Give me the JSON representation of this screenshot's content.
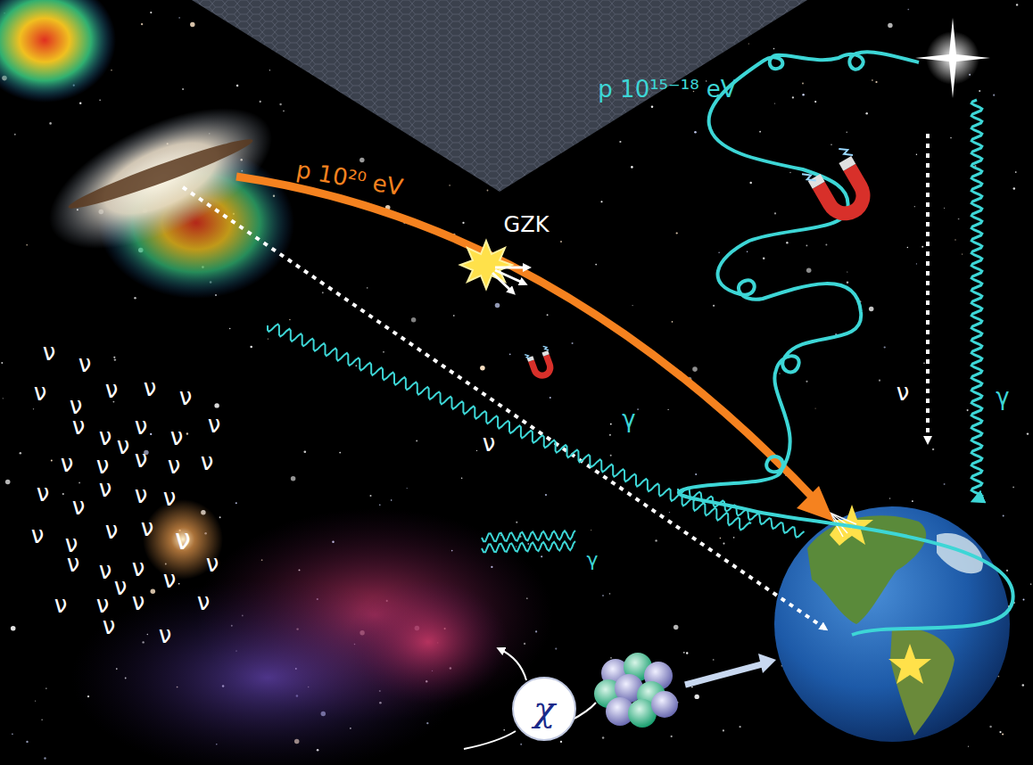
{
  "diagram": {
    "nodes": [
      {
        "text": [
          "χ"
        ]
      }
    ],
    "labels": [
      "p 10²⁰ eV",
      "p 10¹⁵⁻¹⁸ eV",
      "GZK",
      "ν",
      "ν",
      "ν",
      "ν",
      "ν",
      "ν",
      "ν",
      "ν",
      "ν",
      "ν",
      "ν",
      "ν",
      "ν",
      "ν",
      "ν",
      "ν",
      "ν",
      "ν",
      "ν",
      "ν",
      "ν",
      "ν",
      "ν",
      "ν",
      "ν",
      "ν",
      "ν",
      "ν",
      "ν",
      "ν",
      "ν",
      "ν",
      "ν",
      "ν",
      "ν",
      "ν",
      "ν",
      "ν",
      "ν",
      "ν",
      "ν",
      "ν",
      "γ",
      "γ",
      "γ"
    ]
  }
}
